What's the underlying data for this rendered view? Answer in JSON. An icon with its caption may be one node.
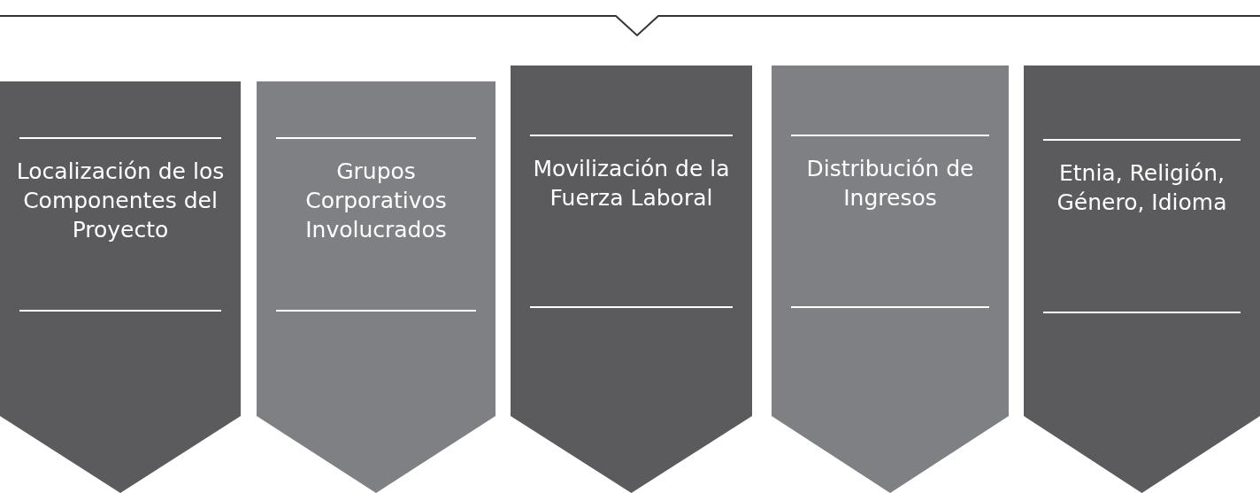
{
  "diagram": {
    "nodes": [
      {
        "text": [
          "Localización de los Componentes del Proyecto"
        ]
      },
      {
        "text": [
          "Grupos Corporativos Involucrados"
        ]
      },
      {
        "text": [
          "Movilización de la Fuerza Laboral"
        ]
      },
      {
        "text": [
          "Distribución de Ingresos"
        ]
      },
      {
        "text": [
          "Etnia, Religión, Género, Idioma"
        ]
      }
    ]
  }
}
